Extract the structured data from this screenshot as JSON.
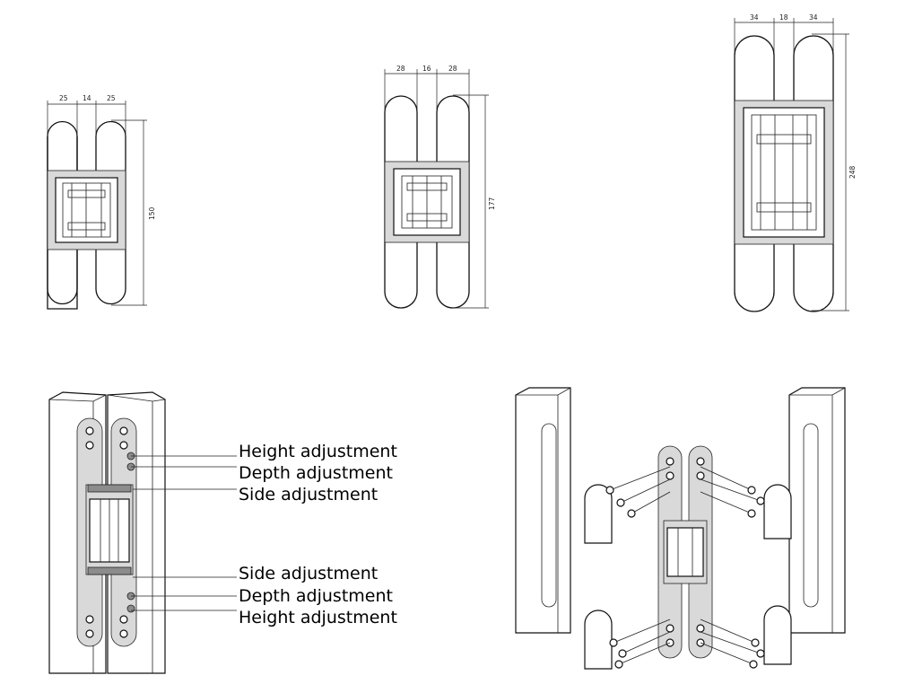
{
  "hinge_small": {
    "dims": {
      "left_wing": "25",
      "gap": "14",
      "right_wing": "25",
      "height": "150"
    }
  },
  "hinge_medium": {
    "dims": {
      "left_wing": "28",
      "gap": "16",
      "right_wing": "28",
      "height": "177"
    }
  },
  "hinge_large": {
    "dims": {
      "left_wing": "34",
      "gap": "18",
      "right_wing": "34",
      "height": "248"
    }
  },
  "callouts": {
    "top": [
      "Height adjustment",
      "Depth adjustment",
      "Side adjustment"
    ],
    "bottom": [
      "Side adjustment",
      "Depth adjustment",
      "Height adjustment"
    ]
  }
}
